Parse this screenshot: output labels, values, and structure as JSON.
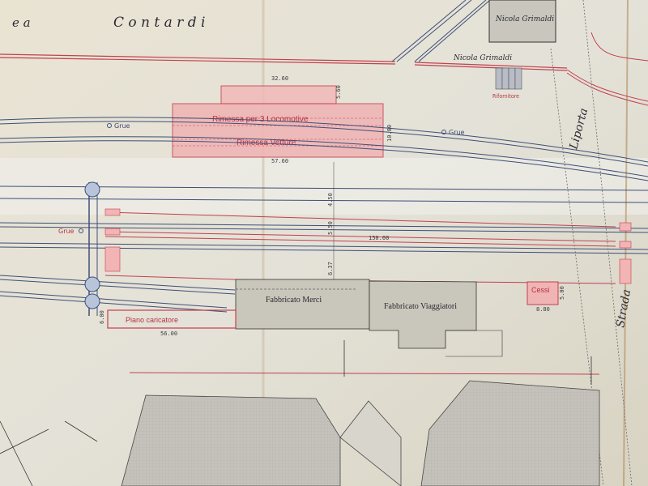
{
  "labels": {
    "street_prefix": "e a",
    "street_contardi": "C o n t a r d i",
    "nicola_building": "Nicola Grimaldi",
    "nicola_street": "Nicola Grimaldi",
    "rifornitore": "Rifornitore",
    "rimessa_locomotive": "Rimessa per 3 Locomotive",
    "rimessa_vetture": "Rimessa Vetture",
    "grue": "Grue",
    "fabbricato_merci": "Fabbricato Merci",
    "fabbricato_viaggiatori": "Fabbricato Viaggiatori",
    "cessi": "Cessi",
    "piano_caricatore": "Piano caricatore",
    "liporta": "Liporta",
    "strada": "Strada"
  },
  "dimensions": {
    "rimessa_top_width": "32.60",
    "rimessa_top_depth": "5.60",
    "rimessa_width": "57.60",
    "rimessa_depth": "10.80",
    "track_length": "150.00",
    "spacing_a": "4.50",
    "spacing_b": "5.50",
    "spacing_c": "6.37",
    "cessi_width": "8.80",
    "cessi_depth": "5.00",
    "piano_width": "56.00",
    "piano_depth": "6.00"
  },
  "colors": {
    "paper": "#e6e2d3",
    "red_ink": "#c2404f",
    "blue_ink": "#3d4f78",
    "building_fill": "#c9c6bb"
  }
}
